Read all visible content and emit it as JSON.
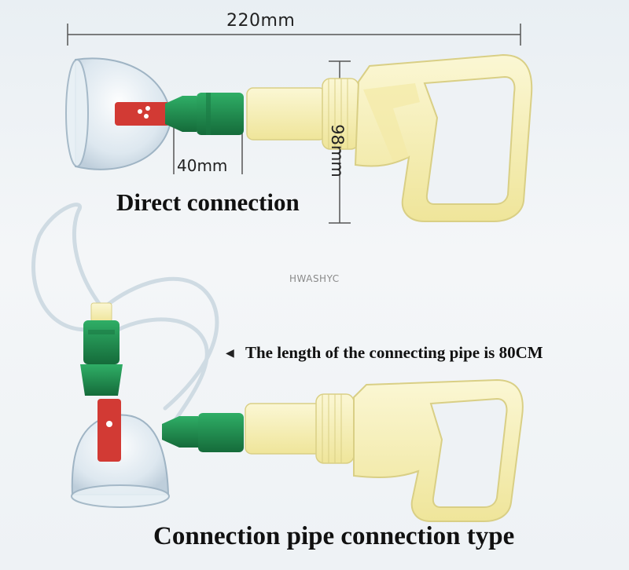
{
  "image": {
    "description_label": "Vacuum cupping set product photo",
    "background_color": "#eef2f5"
  },
  "dimensions": {
    "overall_width": "220mm",
    "handle_height": "98mm",
    "nozzle_length": "40mm"
  },
  "labels": {
    "direct_connection": "Direct connection",
    "pipe_note": "The length of the connecting pipe is 80CM",
    "pipe_connection_type": "Connection pipe connection type"
  },
  "watermark": {
    "text": "HWASHYC"
  },
  "colors": {
    "handle_yellow": "#f6f0b8",
    "valve_green": "#1f8f4f",
    "valve_red": "#d23a34",
    "cup_clear": "#dfe9f0"
  }
}
